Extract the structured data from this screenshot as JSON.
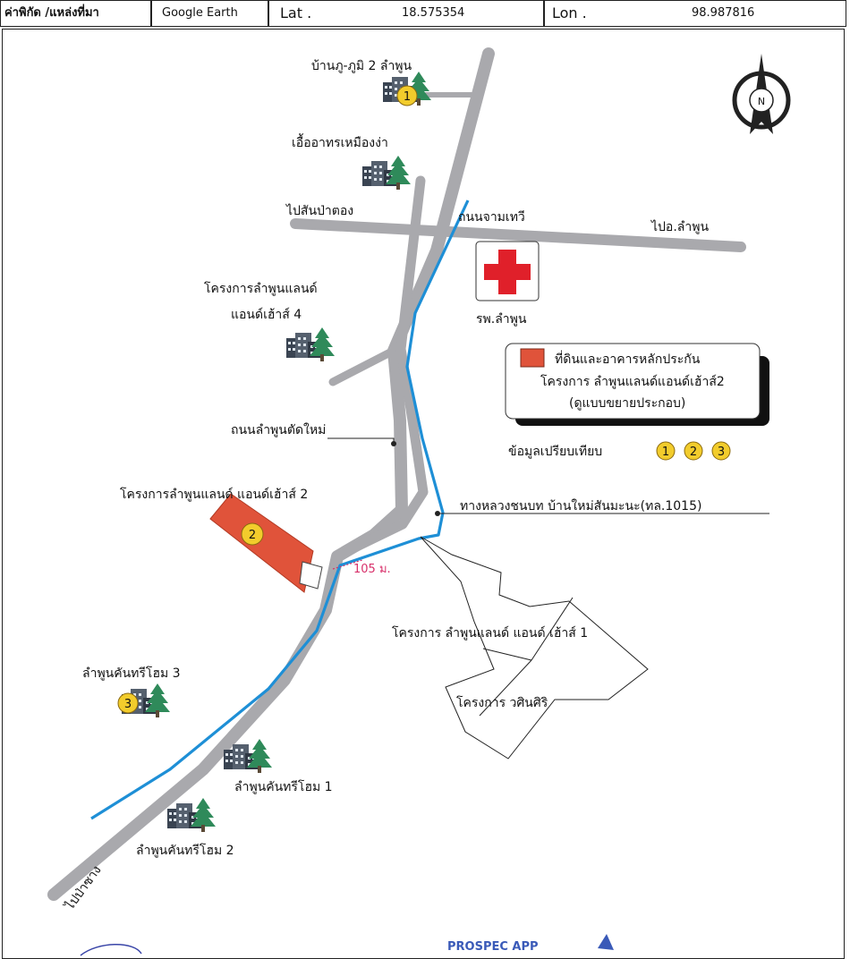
{
  "header": {
    "source_label": "ค่าพิกัด /แหล่งที่มา",
    "source_value": "Google Earth",
    "lat_label": "Lat .",
    "lat_value": "18.575354",
    "lon_label": "Lon .",
    "lon_value": "98.987816"
  },
  "map": {
    "north_letter": "N",
    "labels": {
      "poi_1": "บ้านภู-ภูมิ 2 ลำพูน",
      "poi_nursing": "เอื้ออาทรเหมืองง่า",
      "to_san_pa_tong": "ไปสันป่าตอง",
      "road_jam_thewi": "ถนนจามเทวี",
      "to_lamphun_district": "ไปอ.ลำพูน",
      "proj_4_line1": "โครงการลำพูนแลนด์",
      "proj_4_line2": "แอนด์เฮ้าส์ 4",
      "hospital": "รพ.ลำพูน",
      "road_new_cut": "ถนนลำพูนตัดใหม่",
      "proj_2": "โครงการลำพูนแลนด์ แอนด์เฮ้าส์ 2",
      "rural_road": "ทางหลวงชนบท บ้านใหม่สันมะนะ(ทล.1015)",
      "distance": "105 ม.",
      "proj_1": "โครงการ ลำพูนแลนด์ แอนด์ เฮ้าส์ 1",
      "proj_wasin": "โครงการ วศินศิริ",
      "khan_3": "ลำพูนคันทรีโฮม 3",
      "khan_1": "ลำพูนคันทรีโฮม 1",
      "khan_2": "ลำพูนคันทรีโฮม 2",
      "to_pa_sang": "ไปป่าซาง",
      "compare_label": "ข้อมูลเปรียบเทียบ",
      "stamp": "PROSPEC APP"
    },
    "markers": [
      "1",
      "2",
      "3"
    ],
    "legend": {
      "line1": "ที่ดินและอาคารหลักประกัน",
      "line2": "โครงการ ลำพูนแลนด์แอนด์เฮ้าส์2",
      "line3": "(ดูแบบขยายประกอบ)"
    },
    "colors": {
      "road": "#a9a9ad",
      "canal": "#1e8fd6",
      "subject_land": "#e0533a",
      "marker": "#f2cc2c",
      "hospital_cross": "#e0202a",
      "distance": "#d8306a"
    }
  }
}
